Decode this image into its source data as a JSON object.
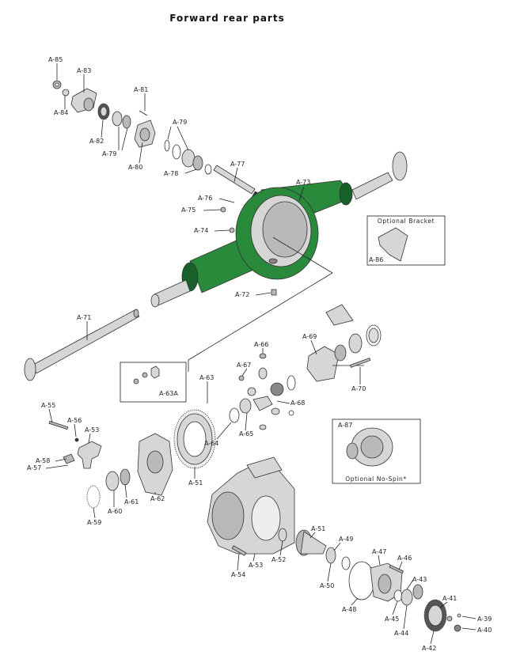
{
  "title": "Forward rear parts",
  "boxes": {
    "bracket_title": "Optional Bracket",
    "nospin_title": "Optional No-Spin*"
  },
  "labels": {
    "A85": "A-85",
    "A83": "A-83",
    "A84": "A-84",
    "A81": "A-81",
    "A79a": "A-79",
    "A82": "A-82",
    "A79b": "A-79",
    "A80": "A-80",
    "A78": "A-78",
    "A77": "A-77",
    "A73": "A-73",
    "A76": "A-76",
    "A75": "A-75",
    "A74": "A-74",
    "A86": "A-86",
    "A72": "A-72",
    "A71": "A-71",
    "A66": "A-66",
    "A69": "A-69",
    "A67": "A-67",
    "A70": "A-70",
    "A63": "A-63",
    "A63A": "A-63A",
    "A68": "A-68",
    "A55": "A-55",
    "A56": "A-56",
    "A53a": "A-53",
    "A65": "A-65",
    "A64": "A-64",
    "A87": "A-87",
    "A58": "A-58",
    "A57": "A-57",
    "A51a": "A-51",
    "A61": "A-61",
    "A62": "A-62",
    "A60": "A-60",
    "A59": "A-59",
    "A51b": "A-51",
    "A49": "A-49",
    "A47": "A-47",
    "A46": "A-46",
    "A52": "A-52",
    "A53b": "A-53",
    "A54": "A-54",
    "A50": "A-50",
    "A43": "A-43",
    "A48": "A-48",
    "A41": "A-41",
    "A45": "A-45",
    "A39": "A-39",
    "A44": "A-44",
    "A40": "A-40",
    "A42": "A-42"
  },
  "colors": {
    "housing": "#2a8a3c",
    "housing_dark": "#17602a",
    "metal": "#d6d6d6"
  }
}
